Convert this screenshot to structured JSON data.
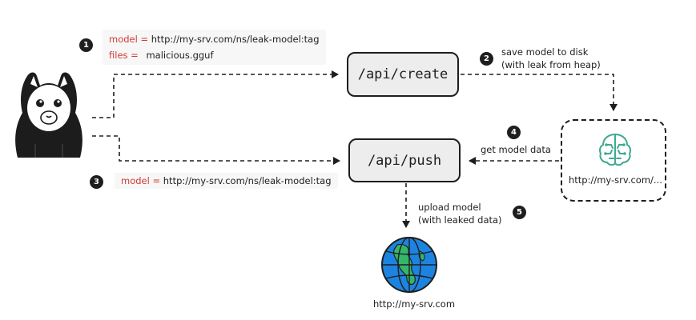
{
  "steps": [
    {
      "number": "1",
      "model_label": "model =",
      "model_value": "http://my-srv.com/ns/leak-model:tag",
      "files_label": "files =",
      "files_value": "malicious.gguf"
    },
    {
      "number": "2",
      "line1": "save model to disk",
      "line2": "(with leak from heap)"
    },
    {
      "number": "3",
      "model_label": "model =",
      "model_value": "http://my-srv.com/ns/leak-model:tag"
    },
    {
      "number": "4",
      "label": "get model data"
    },
    {
      "number": "5",
      "line1": "upload model",
      "line2": "(with leaked data)"
    }
  ],
  "endpoints": {
    "create": "/api/create",
    "push": "/api/push"
  },
  "server": {
    "label": "http://my-srv.com/..."
  },
  "globe": {
    "label": "http://my-srv.com"
  },
  "icons": {
    "actor": "llama-hoodie-icon",
    "server": "ai-model-chip-icon",
    "globe": "globe-icon"
  },
  "colors": {
    "keyword": "#d23b35",
    "endpoint_fill": "#ededed",
    "stroke": "#1e1e1e",
    "ocean": "#1c84e0",
    "land": "#35b66b",
    "model_icon": "#3fa98e"
  }
}
